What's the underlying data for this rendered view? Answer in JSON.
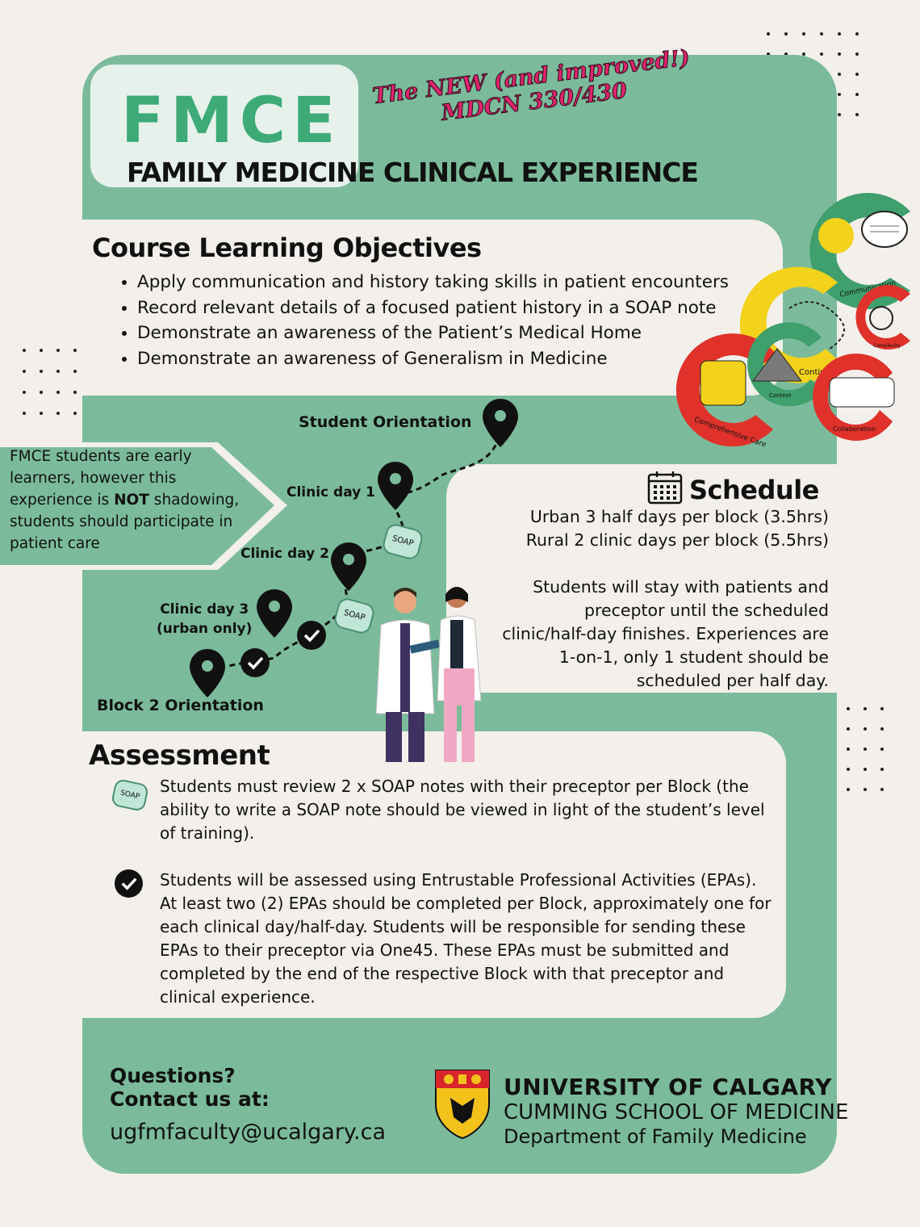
{
  "header": {
    "logo_text": "FMCE",
    "tagline_line1": "The NEW (and improved!)",
    "tagline_line2": "MDCN 330/430",
    "subtitle": "FAMILY MEDICINE CLINICAL EXPERIENCE"
  },
  "objectives": {
    "title": "Course Learning Objectives",
    "items": [
      "Apply communication and history taking skills in patient encounters",
      "Record relevant details of a focused patient history in a SOAP note",
      "Demonstrate an awareness of the Patient’s Medical Home",
      "Demonstrate an awareness of Generalism in Medicine"
    ]
  },
  "roadmap": {
    "callout_part1": "FMCE students are early learners, however this experience is ",
    "callout_bold": "NOT",
    "callout_part2": " shadowing, students should participate in patient care",
    "student_orientation": "Student Orientation",
    "clinic_day_1": "Clinic day 1",
    "clinic_day_2": "Clinic day 2",
    "clinic_day_3_line1": "Clinic day 3",
    "clinic_day_3_line2": "(urban only)",
    "block_orientation": "Block 2 Orientation",
    "soap_label": "SOAP"
  },
  "c_graphic": {
    "communication": "Communication",
    "continuity": "Continuity",
    "complexity": "Complexity",
    "context": "Context",
    "comprehensive": "Comprehensive Care",
    "collaboration": "Collaboration"
  },
  "schedule": {
    "title": "Schedule",
    "urban": "Urban 3 half days per block (3.5hrs)",
    "rural": "Rural 2 clinic days per block (5.5hrs)",
    "lines": [
      "Students will stay with patients and",
      "preceptor until the scheduled",
      "clinic/half-day finishes. Experiences are",
      "1-on-1, only 1 student should be",
      "scheduled per half day."
    ]
  },
  "assessment": {
    "title": "Assessment",
    "soap_text": "Students must review 2 x SOAP notes with their preceptor per Block (the ability to write a SOAP note should be viewed in light of the student’s level of training).",
    "epa_text": "Students will be assessed using Entrustable Professional Activities (EPAs). At least two (2) EPAs should be completed per Block, approximately one for each clinical day/half-day. Students will be responsible for sending these EPAs to their preceptor via One45. These EPAs must be submitted and completed by the end of the respective Block with that preceptor and clinical experience."
  },
  "footer": {
    "questions": "Questions?",
    "contact": "Contact us at:",
    "email": "ugfmfaculty@ucalgary.ca",
    "university": "UNIVERSITY OF CALGARY",
    "school": "CUMMING SCHOOL OF MEDICINE",
    "department": "Department of Family Medicine"
  },
  "colors": {
    "green": "#7bbb9b",
    "cream": "#f3f0ec",
    "accent_green": "#3daa78",
    "tag_pink": "#e0246d",
    "red": "#e0322b",
    "yellow": "#f2d21b"
  }
}
